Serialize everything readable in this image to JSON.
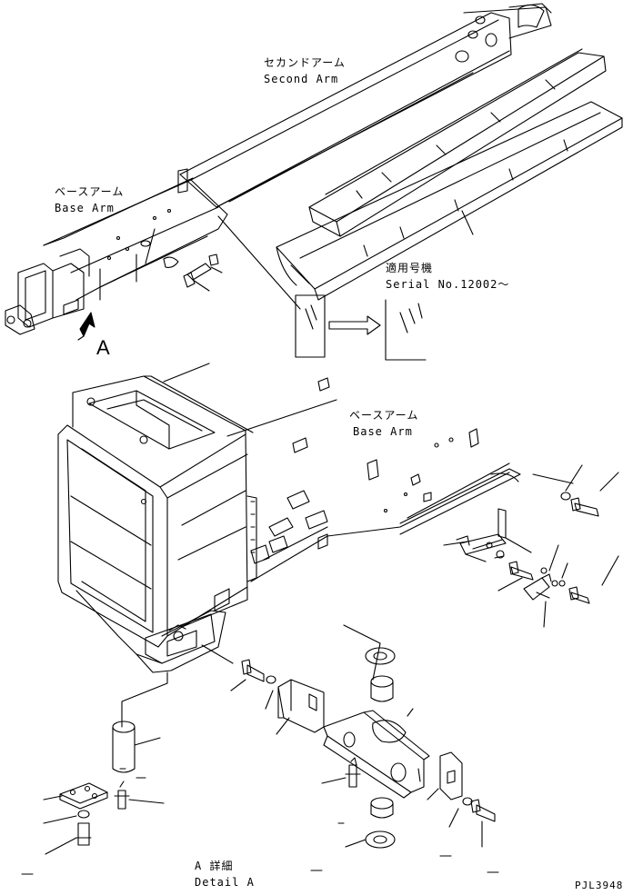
{
  "labels": {
    "second_arm_jp": "セカンドアーム",
    "second_arm_en": "Second Arm",
    "base_arm_top_jp": "ベースアーム",
    "base_arm_top_en": "Base Arm",
    "view_marker": "A",
    "applicable_jp": "適用号機",
    "serial": "Serial No.12002〜",
    "base_arm_mid_jp": "ベースアーム",
    "base_arm_mid_en": "Base Arm",
    "detail_jp": "A 詳細",
    "detail_en": "Detail A",
    "drawing_code": "PJL3948"
  }
}
